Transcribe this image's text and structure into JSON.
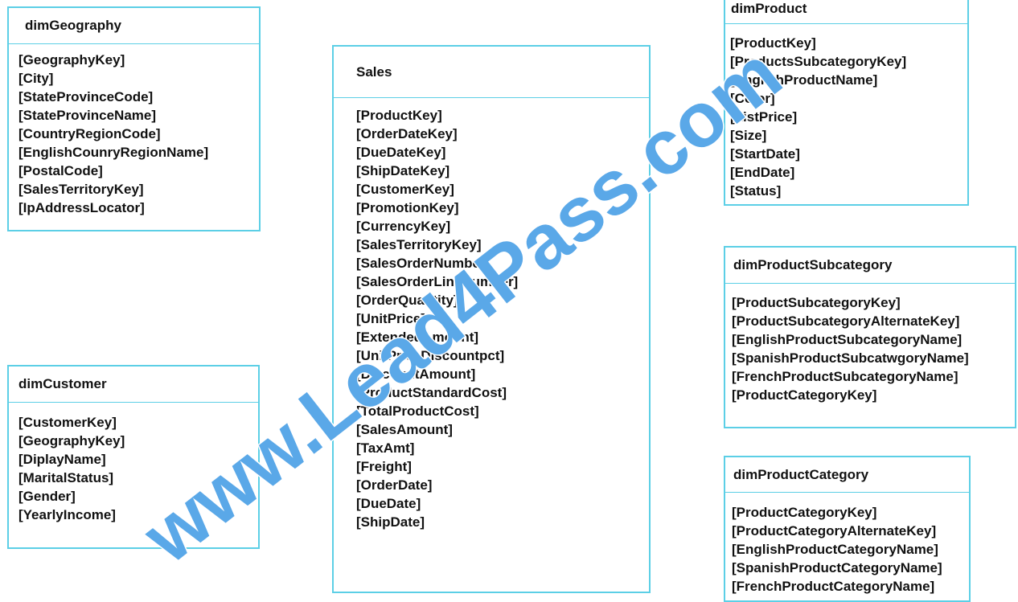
{
  "tables": {
    "dimGeography": {
      "title": "dimGeography",
      "fields": [
        "[GeographyKey]",
        "[City]",
        "[StateProvinceCode]",
        "[StateProvinceName]",
        "[CountryRegionCode]",
        "[EnglishCounryRegionName]",
        "[PostalCode]",
        "[SalesTerritoryKey]",
        "[IpAddressLocator]"
      ]
    },
    "sales": {
      "title": "Sales",
      "fields": [
        "[ProductKey]",
        "[OrderDateKey]",
        "[DueDateKey]",
        "[ShipDateKey]",
        "[CustomerKey]",
        "[PromotionKey]",
        "[CurrencyKey]",
        "[SalesTerritoryKey]",
        "[SalesOrderNumber]",
        "[SalesOrderLineNumber]",
        "[OrderQuantity]",
        "[UnitPrice]",
        "[ExtendedAmount]",
        "[UnitPriceDiscountpct]",
        "[DiscountAmount]",
        "[ProductStandardCost]",
        "[TotalProductCost]",
        "[SalesAmount]",
        "[TaxAmt]",
        "[Freight]",
        "[OrderDate]",
        "[DueDate]",
        "[ShipDate]"
      ]
    },
    "dimProduct": {
      "title": "dimProduct",
      "fields": [
        "[ProductKey]",
        "[ProductsSubcategoryKey]",
        "[EnglishProductName]",
        "[Color]",
        "[ListPrice]",
        "[Size]",
        "[StartDate]",
        "[EndDate]",
        "[Status]"
      ]
    },
    "dimProductSubcategory": {
      "title": "dimProductSubcategory",
      "fields": [
        "[ProductSubcategoryKey]",
        "[ProductSubcategoryAlternateKey]",
        "[EnglishProductSubcategoryName]",
        "[SpanishProductSubcatwgoryName]",
        "[FrenchProductSubcategoryName]",
        "[ProductCategoryKey]"
      ]
    },
    "dimCustomer": {
      "title": "dimCustomer",
      "fields": [
        "[CustomerKey]",
        "[GeographyKey]",
        "[DiplayName]",
        "[MaritalStatus]",
        "[Gender]",
        "[YearlyIncome]"
      ]
    },
    "dimProductCategory": {
      "title": "dimProductCategory",
      "fields": [
        "[ProductCategoryKey]",
        "[ProductCategoryAlternateKey]",
        "[EnglishProductCategoryName]",
        "[SpanishProductCategoryName]",
        "[FrenchProductCategoryName]"
      ]
    }
  },
  "watermark": {
    "text": "www.Lead4Pass.com",
    "color": "#5aa8e8",
    "outline_color": "#ffffff"
  },
  "colors": {
    "border": "#5ccfe6",
    "text": "#111111"
  }
}
